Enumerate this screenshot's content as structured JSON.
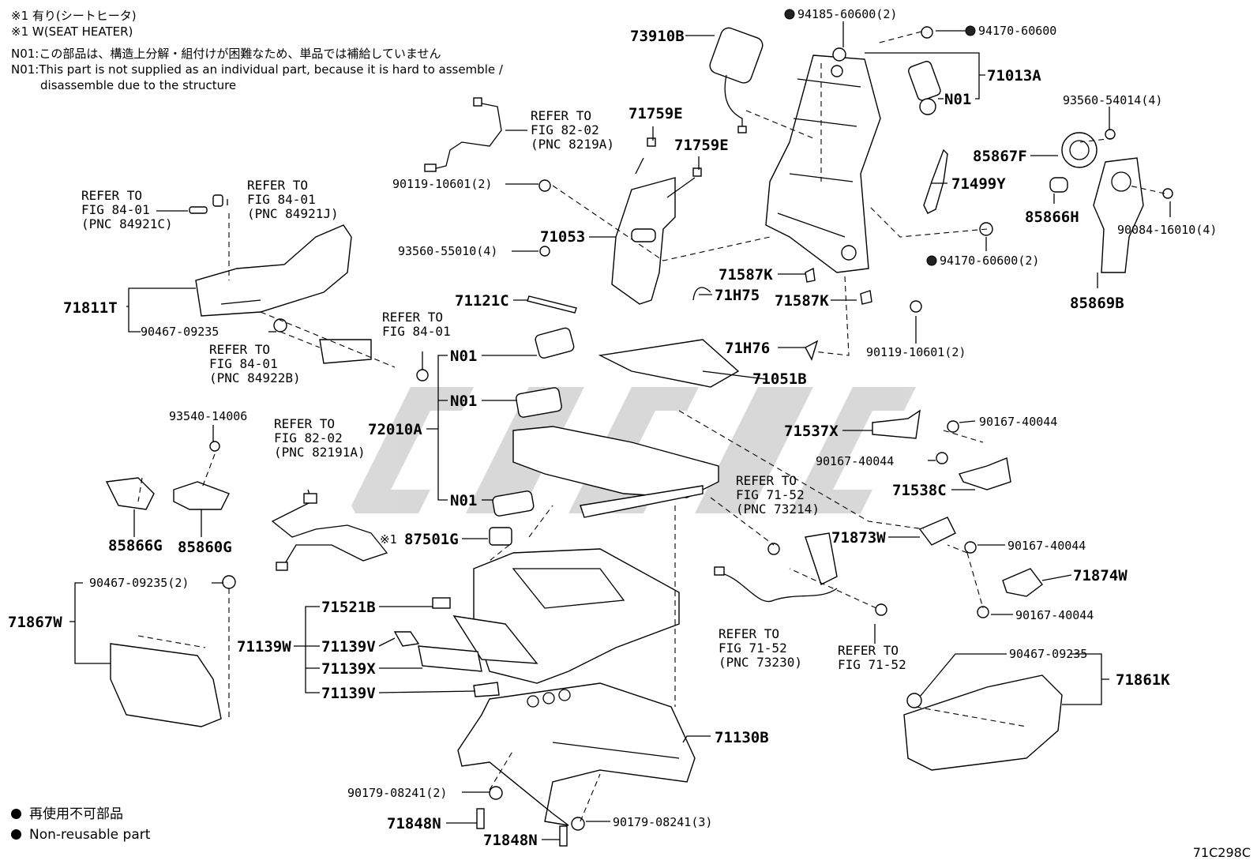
{
  "notes": {
    "line1": "※1 有り(シートヒータ)",
    "line2": "※1 W(SEAT HEATER)",
    "line3": "N01:この部品は、構造上分解・組付けが困難なため、単品では補給していません",
    "line4": "N01:This part is not supplied as an individual part, because it is hard to assemble /",
    "line5": "disassemble due to the structure"
  },
  "legend": {
    "ja": "再使用不可部品",
    "en": "Non-reusable part"
  },
  "figure_code": "71C298C",
  "watermark": "C/S/C",
  "labels": {
    "p73910B": "73910B",
    "p94185": "94185-60600(2)",
    "p94170a": "94170-60600",
    "p71013A": "71013A",
    "pN01top": "N01",
    "p93560_54014": "93560-54014(4)",
    "p85867F": "85867F",
    "p71499Y": "71499Y",
    "p85866H": "85866H",
    "p90084": "90084-16010(4)",
    "p94170b": "94170-60600(2)",
    "p85869B": "85869B",
    "p71759E1": "71759E",
    "p71759E2": "71759E",
    "ref8202a_1": "REFER TO",
    "ref8202a_2": "FIG 82-02",
    "ref8202a_3": "(PNC 8219A)",
    "p90119a": "90119-10601(2)",
    "p71053": "71053",
    "p93560_55010": "93560-55010(4)",
    "p71121C": "71121C",
    "p71587K1": "71587K",
    "p71H75": "71H75",
    "p71587K2": "71587K",
    "p90119b": "90119-10601(2)",
    "ref84921C_1": "REFER TO",
    "ref84921C_2": "FIG 84-01",
    "ref84921C_3": "(PNC 84921C)",
    "ref84921J_1": "REFER TO",
    "ref84921J_2": "FIG 84-01",
    "ref84921J_3": "(PNC 84921J)",
    "p71811T": "71811T",
    "p90467a": "90467-09235",
    "ref84922B_1": "REFER TO",
    "ref84922B_2": "FIG 84-01",
    "ref84922B_3": "(PNC 84922B)",
    "ref8401_1": "REFER TO",
    "ref8401_2": "FIG 84-01",
    "pN01a": "N01",
    "pN01b": "N01",
    "pN01c": "N01",
    "p72010A": "72010A",
    "p71H76": "71H76",
    "p71051B": "71051B",
    "p71537X": "71537X",
    "p90167a": "90167-40044",
    "p90167b": "90167-40044",
    "p71538C": "71538C",
    "p93540": "93540-14006",
    "ref82191A_1": "REFER TO",
    "ref82191A_2": "FIG 82-02",
    "ref82191A_3": "(PNC 82191A)",
    "p85866G": "85866G",
    "p85860G": "85860G",
    "x1": "※1",
    "p87501G": "87501G",
    "ref73214_1": "REFER TO",
    "ref73214_2": "FIG 71-52",
    "ref73214_3": "(PNC 73214)",
    "p71873W": "71873W",
    "p90167c": "90167-40044",
    "p71874W": "71874W",
    "p90167d": "90167-40044",
    "p90467b": "90467-09235(2)",
    "p71867W": "71867W",
    "p71521B": "71521B",
    "p71139W": "71139W",
    "p71139V1": "71139V",
    "p71139X": "71139X",
    "p71139V2": "71139V",
    "ref73230_1": "REFER TO",
    "ref73230_2": "FIG 71-52",
    "ref73230_3": "(PNC 73230)",
    "ref7152_1": "REFER TO",
    "ref7152_2": "FIG 71-52",
    "p90467c": "90467-09235",
    "p71861K": "71861K",
    "p71130B": "71130B",
    "p90179a": "90179-08241(2)",
    "p71848N1": "71848N",
    "p71848N2": "71848N",
    "p90179b": "90179-08241(3)"
  }
}
